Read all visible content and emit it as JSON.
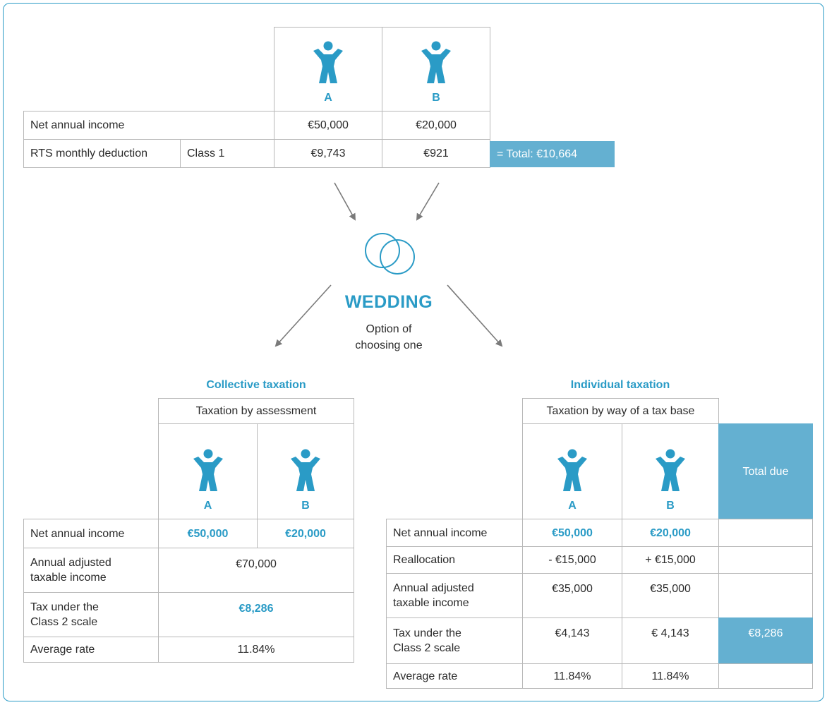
{
  "people": {
    "a": "A",
    "b": "B"
  },
  "top_table": {
    "row1_label": "Net annual income",
    "row1_a": "€50,000",
    "row1_b": "€20,000",
    "row2_label": "RTS monthly deduction",
    "row2_class": "Class 1",
    "row2_a": "€9,743",
    "row2_b": "€921",
    "total": "= Total: €10,664"
  },
  "wedding": {
    "title": "WEDDING",
    "subtitle_line1": "Option of",
    "subtitle_line2": "choosing one"
  },
  "collective": {
    "title": "Collective taxation",
    "method": "Taxation by assessment",
    "net_label": "Net annual income",
    "net_a": "€50,000",
    "net_b": "€20,000",
    "adjusted_label_1": "Annual adjusted",
    "adjusted_label_2": "taxable income",
    "adjusted_value": "€70,000",
    "tax_label_1": "Tax under the",
    "tax_label_2": "Class 2 scale",
    "tax_value": "€8,286",
    "rate_label": "Average rate",
    "rate_value": "11.84%"
  },
  "individual": {
    "title": "Individual taxation",
    "method": "Taxation by way of a tax base",
    "total_due": "Total due",
    "net_label": "Net annual income",
    "net_a": "€50,000",
    "net_b": "€20,000",
    "realloc_label": "Reallocation",
    "realloc_a": "- €15,000",
    "realloc_b": "+ €15,000",
    "adjusted_label_1": "Annual adjusted",
    "adjusted_label_2": "taxable income",
    "adjusted_a": "€35,000",
    "adjusted_b": "€35,000",
    "tax_label_1": "Tax under the",
    "tax_label_2": "Class 2 scale",
    "tax_a": "€4,143",
    "tax_b": "€ 4,143",
    "tax_total": "€8,286",
    "rate_label": "Average rate",
    "rate_a": "11.84%",
    "rate_b": "11.84%"
  },
  "colors": {
    "accent": "#2a9bc6",
    "fill": "#64b0d1",
    "border": "#b8b8b8",
    "arrow": "#7a7a7a"
  },
  "icons": {
    "person": "person-arms-raised-icon",
    "rings": "wedding-rings-icon",
    "arrow": "arrow-icon"
  }
}
